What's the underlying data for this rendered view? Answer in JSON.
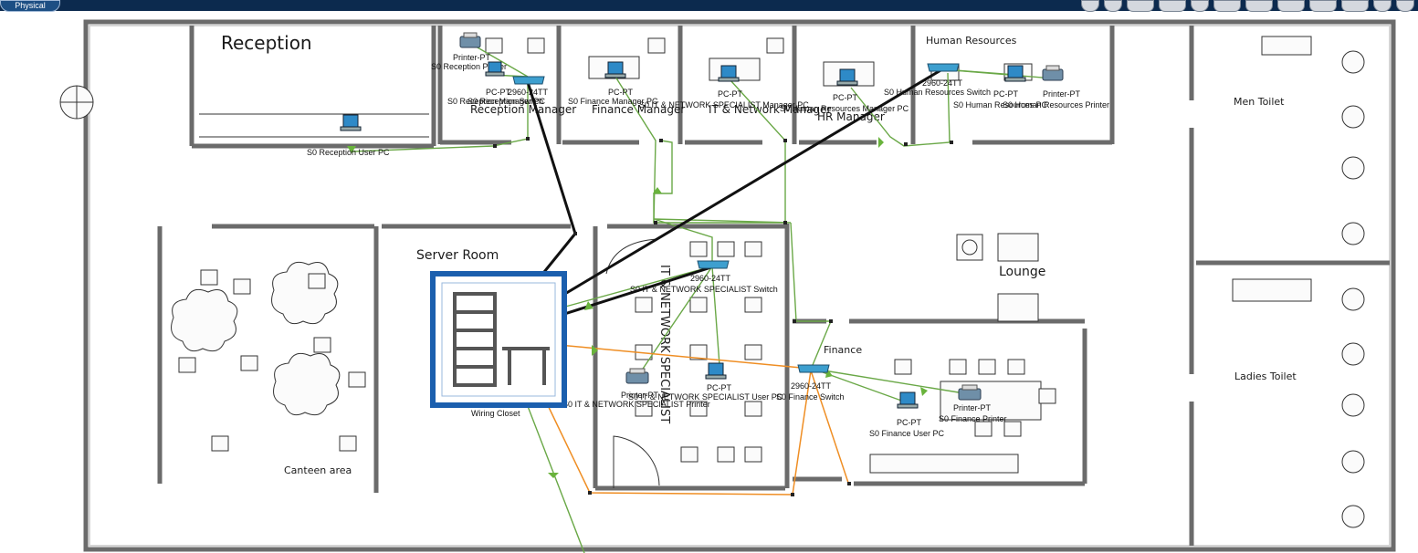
{
  "topbar": {
    "tab_label": "Physical",
    "background": "#0c2a4e",
    "toolbar_icons": [
      "zoom-in-icon",
      "zoom-out-icon",
      "move-icon",
      "grid-icon",
      "add-icon",
      "add-cluster-icon",
      "add-building-icon",
      "add-city-icon",
      "new-cluster-icon",
      "edit-icon",
      "menu-icon",
      "expand-icon"
    ]
  },
  "rooms": {
    "reception": "Reception",
    "reception_manager": "Reception Manager",
    "finance_manager": "Finance Manager",
    "it_network_manager": "IT & Network Manager",
    "hr_manager": "HR Manager",
    "human_resources": "Human Resources",
    "men_toilet": "Men Toilet",
    "ladies_toilet": "Ladies Toilet",
    "server_room": "Server Room",
    "canteen": "Canteen area",
    "lounge": "Lounge",
    "finance": "Finance",
    "it_network_specialist": "IT & NETWORK SPECIALIST"
  },
  "devices": {
    "reception_printer": {
      "type": "Printer-PT",
      "name": "S0 Reception Printer"
    },
    "reception_switch": {
      "type": "2960-24TT",
      "name": "S0 Reception Switch"
    },
    "reception_manager_pc": {
      "type": "PC-PT",
      "name": "S0 Reception Manager PC"
    },
    "reception_user_pc": {
      "type": "PC-PT",
      "name": "S0 Reception User PC"
    },
    "finance_manager_pc": {
      "type": "PC-PT",
      "name": "S0 Finance Manager PC"
    },
    "it_manager_pc": {
      "type": "PC-PT",
      "name": "S0 IT & NETWORK SPECIALIST Manager PC"
    },
    "hr_manager_pc": {
      "type": "PC-PT",
      "name": "S0 Human Resources Manager PC"
    },
    "hr_switch": {
      "type": "2960-24TT",
      "name": "S0 Human Resources Switch"
    },
    "hr_pc": {
      "type": "PC-PT",
      "name": "S0 Human Resources PC"
    },
    "hr_printer": {
      "type": "Printer-PT",
      "name": "S0 Human Resources Printer"
    },
    "it_switch": {
      "type": "2960-24TT",
      "name": "S0 IT & NETWORK SPECIALIST Switch"
    },
    "it_user_pc": {
      "type": "PC-PT",
      "name": "S0 IT & NETWORK SPECIALIST User PC"
    },
    "it_printer": {
      "type": "Printer-PT",
      "name": "S0 IT & NETWORK SPECIALIST Printer"
    },
    "finance_switch": {
      "type": "2960-24TT",
      "name": "S0 Finance Switch"
    },
    "finance_user_pc": {
      "type": "PC-PT",
      "name": "S0 Finance User PC"
    },
    "finance_printer": {
      "type": "Printer-PT",
      "name": "S0 Finance Printer"
    },
    "wiring_closet": {
      "name": "Wiring Closet"
    }
  },
  "colors": {
    "copper_cable": "#6aa847",
    "crossover_cable": "#ef8e24",
    "fiber_cable": "#111111",
    "closet_border": "#1b5fae",
    "screen": "#2e8ac7"
  }
}
